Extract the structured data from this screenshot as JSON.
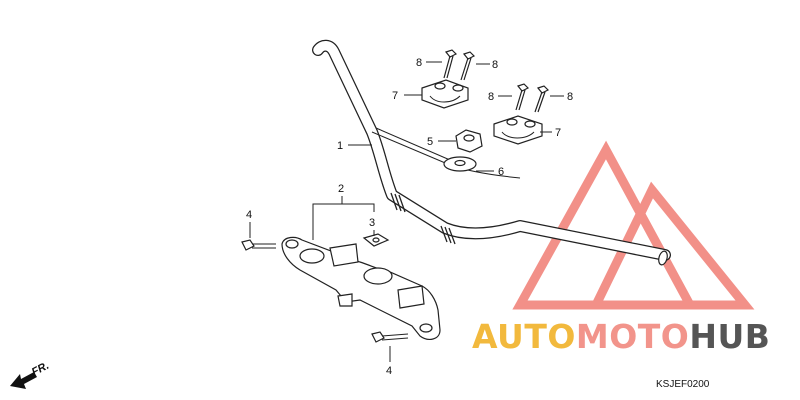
{
  "labels": {
    "l1": "1",
    "l2": "2",
    "l3": "3",
    "l4a": "4",
    "l4b": "4",
    "l5": "5",
    "l6": "6",
    "l7a": "7",
    "l7b": "7",
    "l8a": "8",
    "l8b": "8",
    "l8c": "8",
    "l8d": "8"
  },
  "diagram_code": "KSJEF0200",
  "direction_label": "FR.",
  "watermark": {
    "word_1": "AUTO",
    "word_2": "MOTO",
    "word_3": "HUB",
    "colors": {
      "auto": "#f2b93d",
      "moto": "#f2948b",
      "hub": "#555555",
      "triangle": "#f07d74"
    }
  }
}
